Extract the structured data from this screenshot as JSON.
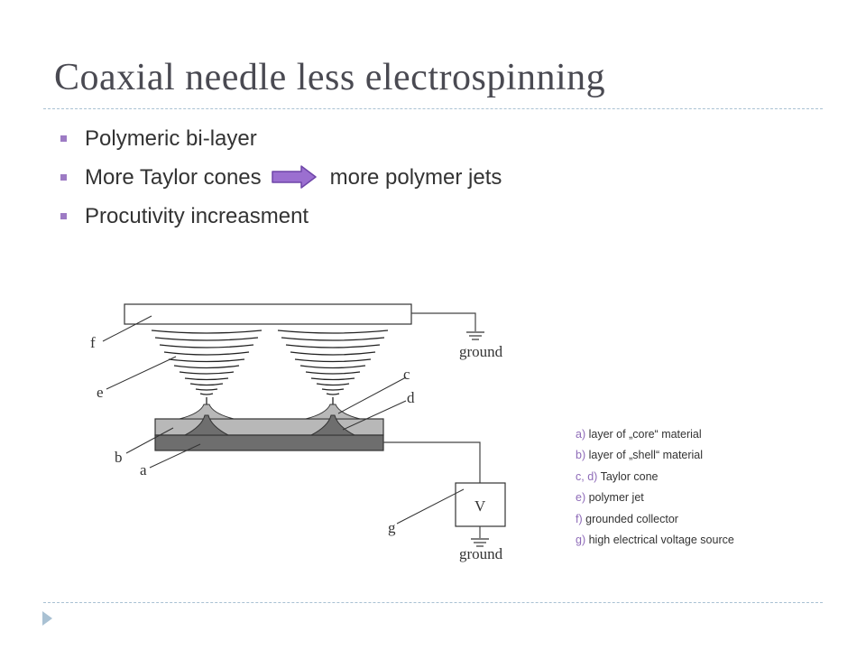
{
  "slide": {
    "title": "Coaxial needle less electrospinning",
    "bullets": [
      {
        "before": "Polymeric bi-layer",
        "after": ""
      },
      {
        "before": "More Taylor cones",
        "after": "more polymer jets"
      },
      {
        "before": "Procutivity increasment",
        "after": ""
      }
    ]
  },
  "diagram": {
    "labels": {
      "a": "a",
      "b": "b",
      "c": "c",
      "d": "d",
      "e": "e",
      "f": "f",
      "g": "g",
      "ground_top": "ground",
      "ground_bottom": "ground",
      "voltage": "V"
    }
  },
  "legend": [
    {
      "key": "a)",
      "text": "layer of „core“ material"
    },
    {
      "key": "b)",
      "text": "layer of „shell“ material"
    },
    {
      "key": "c, d)",
      "text": "Taylor cone"
    },
    {
      "key": "e)",
      "text": "polymer jet"
    },
    {
      "key": "f)",
      "text": "grounded collector"
    },
    {
      "key": "g)",
      "text": "high electrical voltage source"
    }
  ],
  "colors": {
    "title": "#4a4a52",
    "bullet_marker": "#9d7bc4",
    "arrow_fill": "#9b6fd0",
    "rule": "#a9c1d3",
    "legend_key": "#8e6bb8"
  }
}
